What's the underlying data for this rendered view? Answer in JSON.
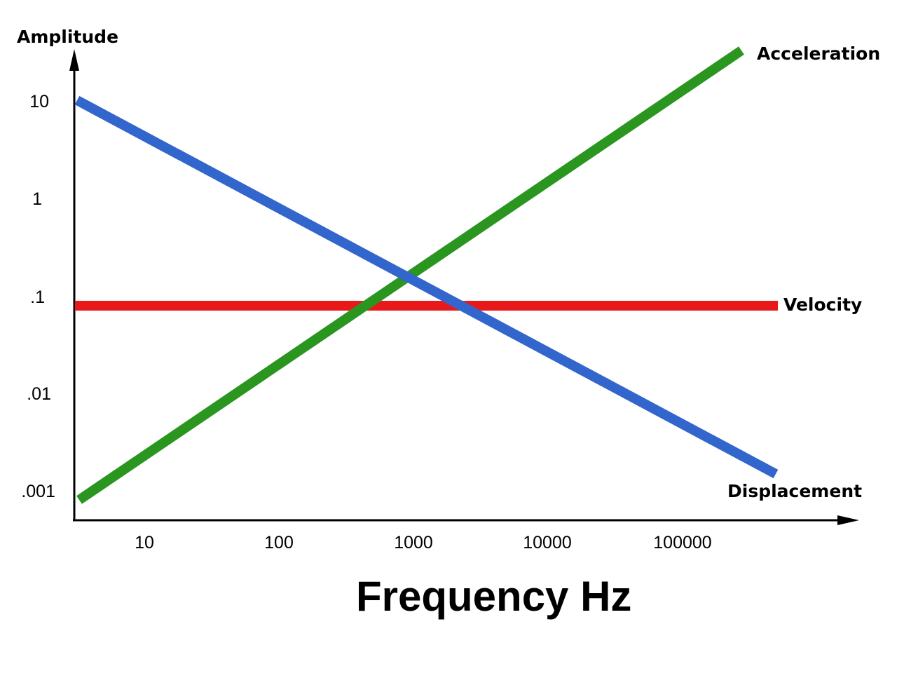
{
  "chart_data": {
    "type": "line",
    "title": "",
    "xlabel": "Frequency Hz",
    "ylabel": "Amplitude",
    "x_scale": "log",
    "y_scale": "log",
    "x_ticks": [
      "10",
      "100",
      "1000",
      "10000",
      "100000"
    ],
    "y_ticks": [
      "10",
      "1",
      ".1",
      ".01",
      ".001"
    ],
    "xlim": [
      3,
      1000000
    ],
    "ylim": [
      0.0006,
      100
    ],
    "grid": false,
    "legend": "inline labels at line ends",
    "series": [
      {
        "name": "Displacement",
        "color": "#3366cc",
        "x": [
          3.2,
          500000
        ],
        "y": [
          10.5,
          0.0015
        ]
      },
      {
        "name": "Velocity",
        "color": "#e8191a",
        "x": [
          3,
          500000
        ],
        "y": [
          0.08,
          0.08
        ]
      },
      {
        "name": "Acceleration",
        "color": "#2a9620",
        "x": [
          3.3,
          277000
        ],
        "y": [
          0.00083,
          35
        ]
      }
    ]
  },
  "axes": {
    "y_title": "Amplitude",
    "x_title": "Frequency Hz",
    "y_ticks": [
      ".001",
      ".01",
      ".1",
      "1",
      "10"
    ],
    "x_ticks": [
      "10",
      "100",
      "1000",
      "10000",
      "100000"
    ]
  },
  "labels": {
    "acceleration": "Acceleration",
    "velocity": "Velocity",
    "displacement": "Displacement"
  },
  "colors": {
    "displacement": "#3366cc",
    "velocity": "#e8191a",
    "acceleration": "#2a9620",
    "axis": "#000000"
  }
}
